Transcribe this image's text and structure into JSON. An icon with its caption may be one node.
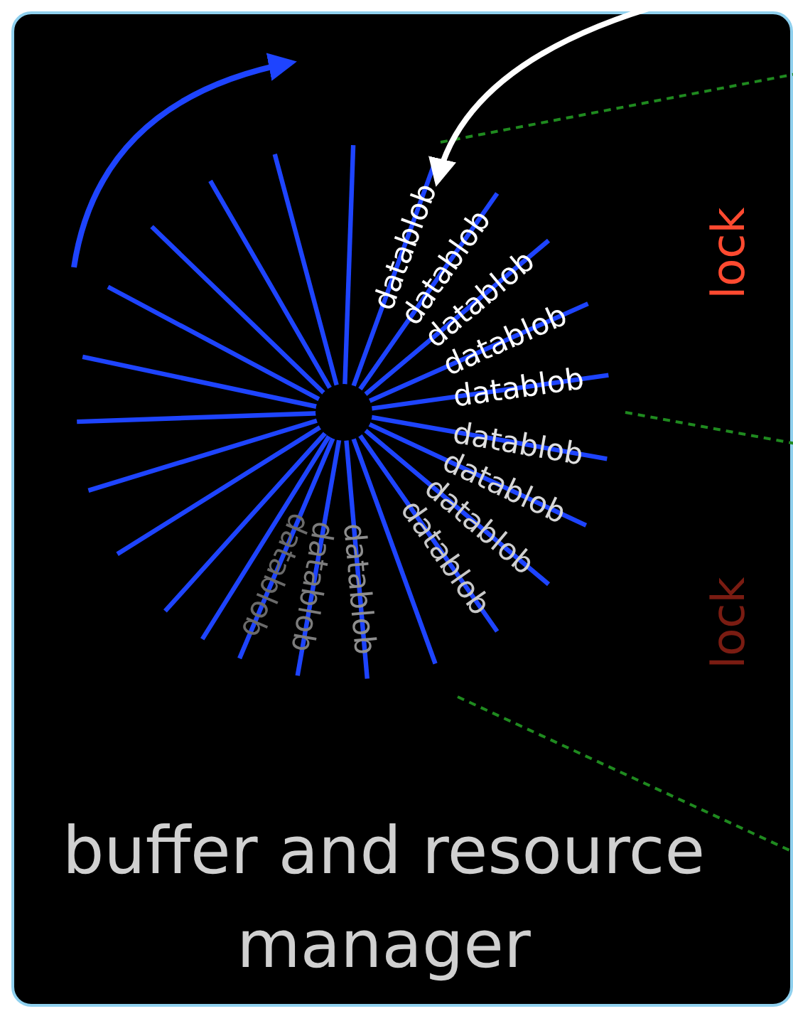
{
  "diagram": {
    "nodes": [
      {
        "text": [
          "buffer and resource manager"
        ]
      },
      {
        "text": [
          "datablob"
        ],
        "in": 0
      }
    ],
    "edges": [
      {
        "from": null,
        "to": 1,
        "arrow": "to"
      }
    ],
    "labels": [
      "datablob",
      "datablob",
      "datablob",
      "datablob",
      "datablob",
      "datablob",
      "datablob",
      "datablob",
      "datablob",
      "datablob",
      "datablob",
      "lock",
      "lock"
    ]
  }
}
